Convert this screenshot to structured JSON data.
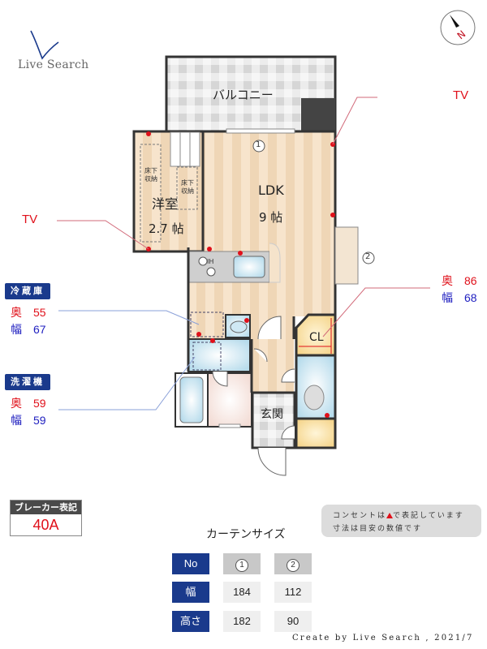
{
  "logo": {
    "brand": "Live Search"
  },
  "compass": {
    "label": "N"
  },
  "floorplan": {
    "rooms": {
      "balcony": "バルコニー",
      "ldk_name": "LDK",
      "ldk_size": "9 帖",
      "western_room_name": "洋室",
      "western_room_size": "2.7 帖",
      "underfloor_storage_1": "床下\n収納",
      "underfloor_storage_2": "床下\n収納",
      "closet": "CL",
      "entrance": "玄関",
      "ih_label": "IH"
    },
    "window_markers": [
      "1",
      "2"
    ]
  },
  "tv_labels": {
    "left": "TV",
    "right": "TV"
  },
  "appliances": {
    "fridge": {
      "title": "冷蔵庫",
      "depth_label": "奥",
      "depth": "55",
      "width_label": "幅",
      "width": "67"
    },
    "washer": {
      "title": "洗濯機",
      "depth_label": "奥",
      "depth": "59",
      "width_label": "幅",
      "width": "59"
    },
    "closet_dims": {
      "depth_label": "奥",
      "depth": "86",
      "width_label": "幅",
      "width": "68"
    }
  },
  "breaker": {
    "title": "ブレーカー表記",
    "value": "40A"
  },
  "note": {
    "line1_pre": "コンセントは",
    "line1_post": "で表記しています",
    "line2": "寸法は目安の数値です"
  },
  "curtain": {
    "title": "カーテンサイズ",
    "headers": [
      "No",
      "幅",
      "高さ"
    ],
    "columns": [
      {
        "no": "1",
        "width": "184",
        "height": "182"
      },
      {
        "no": "2",
        "width": "112",
        "height": "90"
      }
    ]
  },
  "colors": {
    "accent_navy": "#1a3a8c",
    "outlet_red": "#e0101a",
    "wall": "#333333"
  },
  "footer": {
    "credit": "Create by Live Search , 2021/7"
  }
}
